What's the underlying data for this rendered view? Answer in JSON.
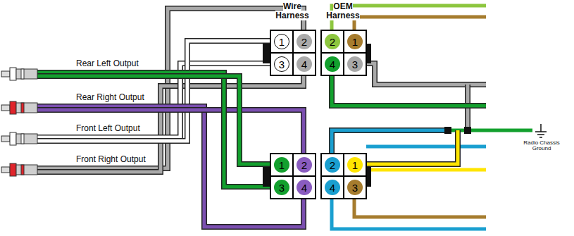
{
  "diagram": {
    "nodes": [
      {
        "text": [
          "1",
          "2",
          "3",
          "4"
        ]
      },
      {
        "text": [
          "2",
          "1",
          "4",
          "3"
        ]
      },
      {
        "text": [
          "1",
          "2",
          "3",
          "4"
        ]
      },
      {
        "text": [
          "2",
          "1",
          "4",
          "3"
        ]
      }
    ],
    "labels": [
      "Wire Harness",
      "OEM Harness",
      "Rear Left Output",
      "Rear Right Output",
      "Front Left Output",
      "Front Right Output",
      "Radio Chassis Ground"
    ]
  }
}
